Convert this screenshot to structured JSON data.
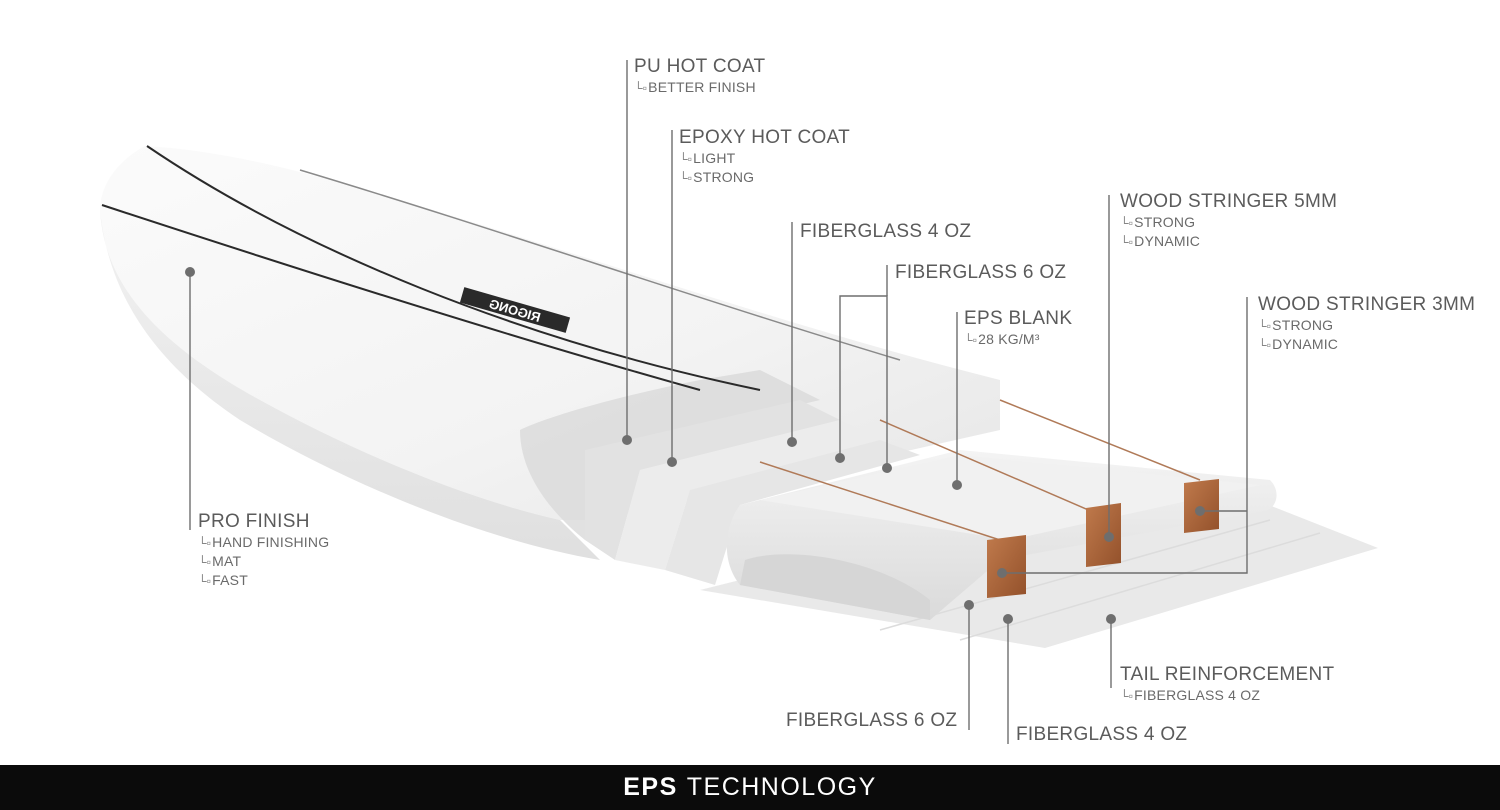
{
  "labels": {
    "pu_hot_coat": {
      "title": "PU HOT COAT",
      "subs": [
        "BETTER FINISH"
      ]
    },
    "epoxy_hot_coat": {
      "title": "EPOXY HOT COAT",
      "subs": [
        "LIGHT",
        "STRONG"
      ]
    },
    "fiberglass_4oz_top": {
      "title": "FIBERGLASS 4 OZ",
      "subs": []
    },
    "fiberglass_6oz_top": {
      "title": "FIBERGLASS 6 OZ",
      "subs": []
    },
    "eps_blank": {
      "title": "EPS BLANK",
      "subs": [
        "28 KG/M³"
      ]
    },
    "wood_stringer_5mm": {
      "title": "WOOD STRINGER 5MM",
      "subs": [
        "STRONG",
        "DYNAMIC"
      ]
    },
    "wood_stringer_3mm": {
      "title": "WOOD STRINGER 3MM",
      "subs": [
        "STRONG",
        "DYNAMIC"
      ]
    },
    "pro_finish": {
      "title": "PRO FINISH",
      "subs": [
        "HAND FINISHING",
        "MAT",
        "FAST"
      ]
    },
    "tail_reinforcement": {
      "title": "TAIL REINFORCEMENT",
      "subs": [
        "FIBERGLASS 4 OZ"
      ]
    },
    "fiberglass_6oz_bottom": {
      "title": "FIBERGLASS 6 OZ",
      "subs": []
    },
    "fiberglass_4oz_bottom": {
      "title": "FIBERGLASS 4 OZ",
      "subs": []
    }
  },
  "board_logo": "RIGONG",
  "sub_arrow": "└▫",
  "footer": {
    "bold": "EPS",
    "rest": "TECHNOLOGY"
  },
  "colors": {
    "footer_bg": "#0b0b0b",
    "label_text": "#5b5b5b",
    "stringer": "#a8643a",
    "leader": "#6e6e6e"
  }
}
